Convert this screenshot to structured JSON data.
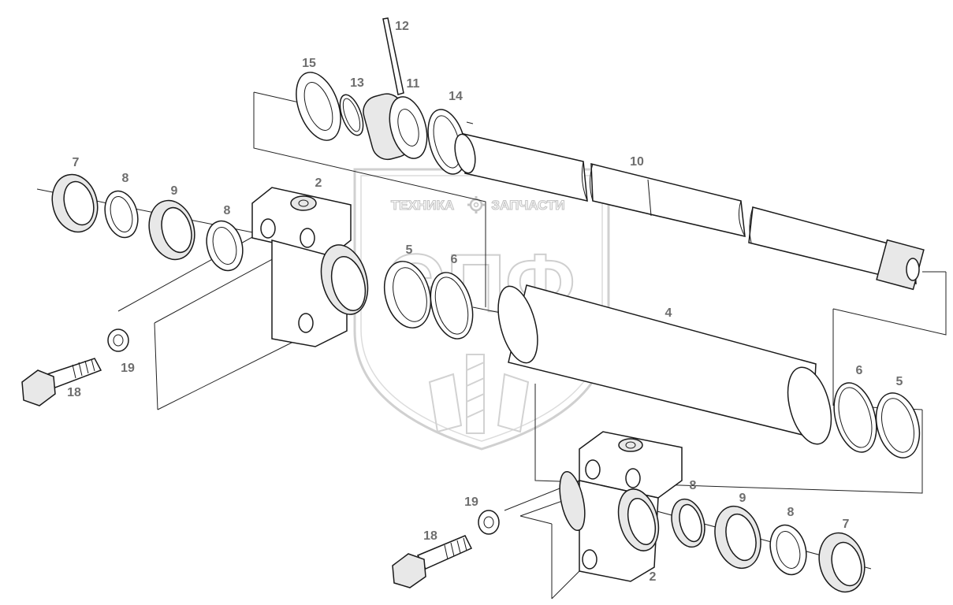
{
  "watermark": {
    "line1_left": "ТЕХНИКА",
    "line1_right": "ЗАПЧАСТИ",
    "gear_icon": "gear-icon",
    "big_text": "ЭПФ"
  },
  "labels": {
    "l12": "12",
    "l15": "15",
    "l13": "13",
    "l11": "11",
    "l14": "14",
    "l10": "10",
    "l7a": "7",
    "l8a": "8",
    "l9a": "9",
    "l8b": "8",
    "l2a": "2",
    "l5a": "5",
    "l6a": "6",
    "l4": "4",
    "l19a": "19",
    "l18a": "18",
    "l6b": "6",
    "l5b": "5",
    "l8c": "8",
    "l9b": "9",
    "l8d": "8",
    "l7b": "7",
    "l19b": "19",
    "l18b": "18",
    "l2b": "2"
  }
}
